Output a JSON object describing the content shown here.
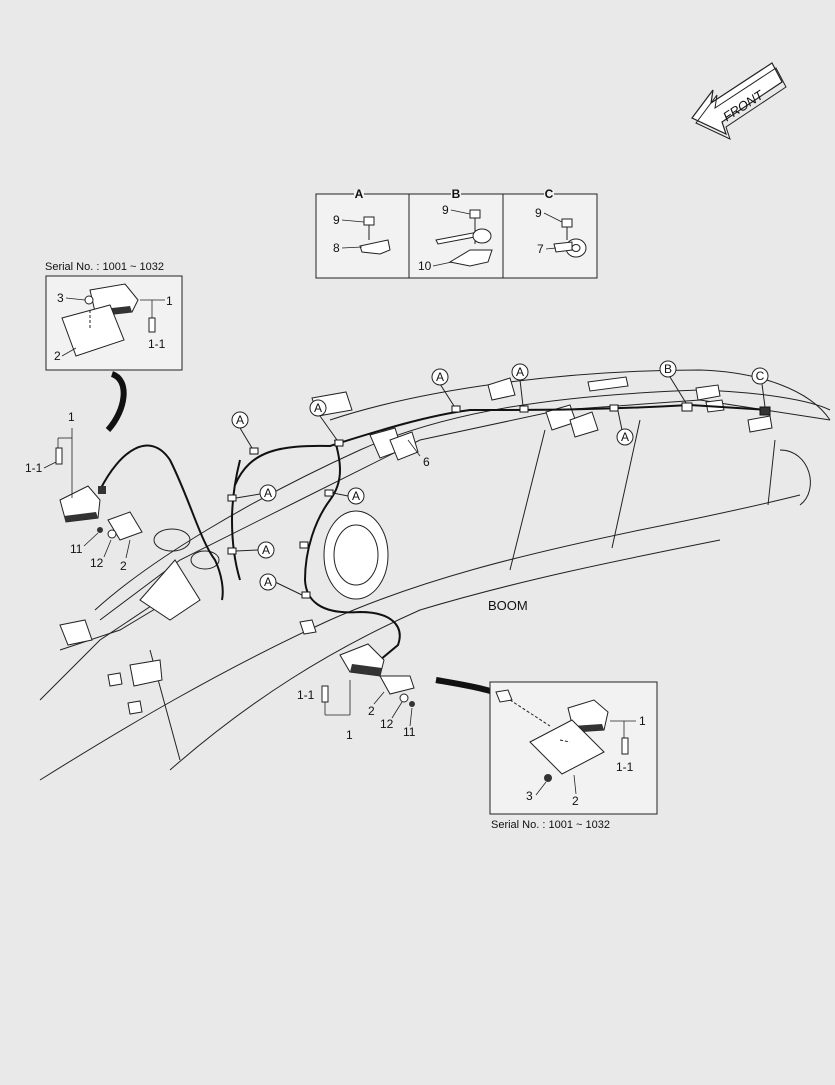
{
  "front_label": "FRONT",
  "boom_label": "BOOM",
  "serial_text": "Serial No. : 1001 ~ 1032",
  "detail_table": {
    "headers": [
      "A",
      "B",
      "C"
    ],
    "A": {
      "bolt": "9",
      "clip": "8"
    },
    "B": {
      "bolt": "9",
      "bracket": "10"
    },
    "C": {
      "bolt": "9",
      "clamp": "7"
    }
  },
  "callouts": {
    "A": "A",
    "B": "B",
    "C": "C"
  },
  "parts": {
    "lamp": "1",
    "bulb": "1-1",
    "bracket": "2",
    "cover_bolt": "3",
    "harness": "6",
    "bolt": "11",
    "washer": "12"
  }
}
